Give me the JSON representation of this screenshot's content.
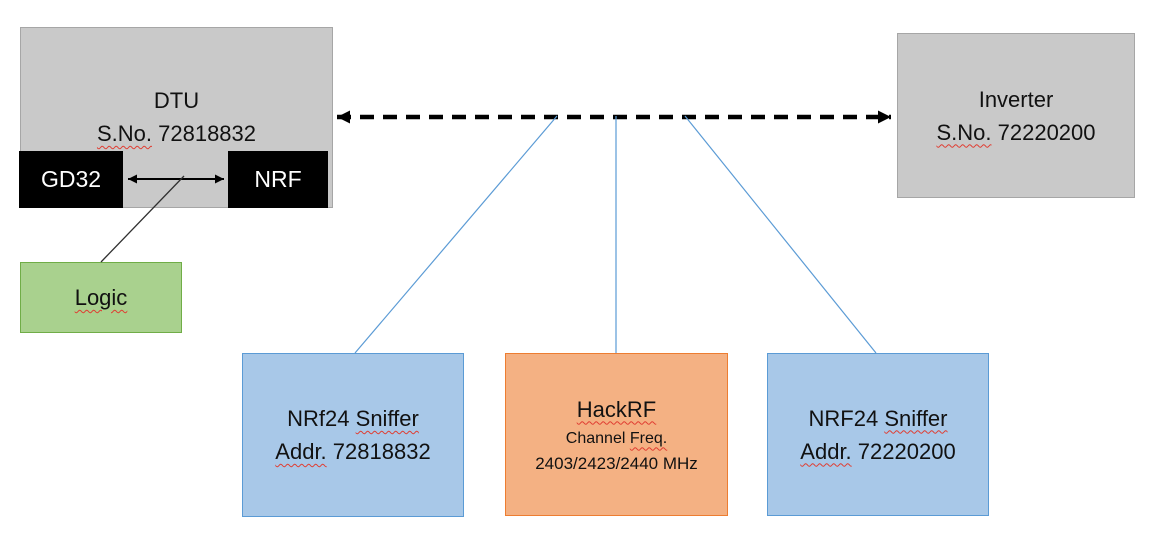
{
  "colors": {
    "gray_fill": "#c9c9c9",
    "gray_border": "#a6a6a6",
    "chip_fill": "#000000",
    "chip_text": "#ffffff",
    "green_fill": "#a9d18e",
    "green_border": "#70ad47",
    "blue_fill": "#a8c8e8",
    "blue_border": "#5b9bd5",
    "orange_fill": "#f4b183",
    "orange_border": "#ed7d31",
    "connector_blue": "#5b9bd5",
    "ink": "#111111",
    "squiggle": "#e03c31"
  },
  "nodes": {
    "dtu": {
      "title": "DTU",
      "serial_label": "S.No.",
      "serial_number": "72818832"
    },
    "gd32": {
      "label": "GD32"
    },
    "nrf": {
      "label": "NRF"
    },
    "logic": {
      "label": "Logic"
    },
    "inverter": {
      "title": "Inverter",
      "serial_label": "S.No.",
      "serial_number": "72220200"
    },
    "sniffer_dtu": {
      "model": "NRf24",
      "kind": "Sniffer",
      "addr_label": "Addr.",
      "addr_number": "72818832"
    },
    "hackrf": {
      "title": "HackRF",
      "channel_word": "Channel",
      "freq_word": "Freq.",
      "frequencies": "2403/2423/2440 MHz"
    },
    "sniffer_inverter": {
      "model": "NRF24",
      "kind": "Sniffer",
      "addr_label": "Addr.",
      "addr_number": "72220200"
    }
  }
}
